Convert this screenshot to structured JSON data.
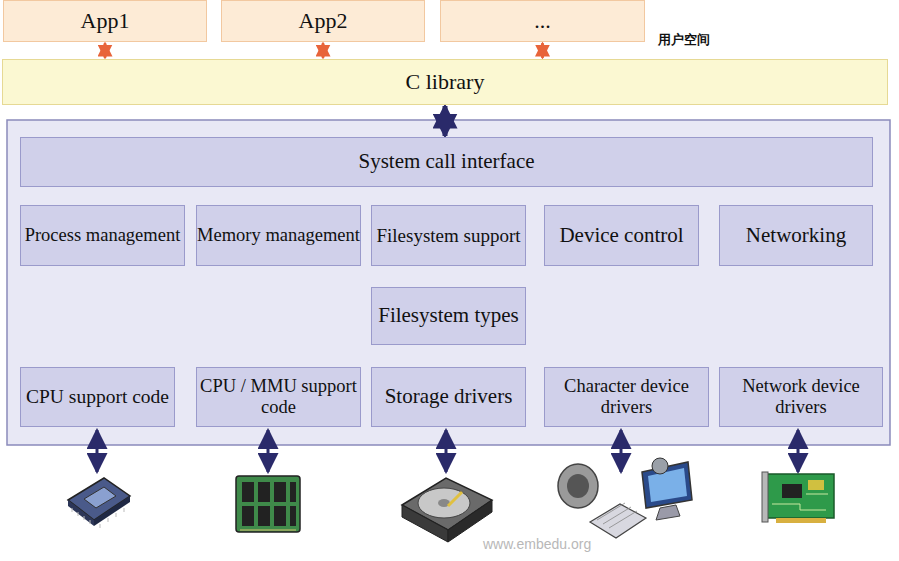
{
  "diagram": {
    "nodes": [
      {
        "text": [
          "App1"
        ]
      },
      {
        "text": [
          "App2"
        ]
      },
      {
        "text": [
          "..."
        ]
      },
      {
        "text": [
          "C library"
        ]
      },
      {
        "text": [
          "System call interface"
        ]
      },
      {
        "text": [
          "Process management"
        ]
      },
      {
        "text": [
          "Memory management"
        ]
      },
      {
        "text": [
          "Filesystem support"
        ]
      },
      {
        "text": [
          "Device control"
        ]
      },
      {
        "text": [
          "Networking"
        ]
      },
      {
        "text": [
          "Filesystem types"
        ]
      },
      {
        "text": [
          "CPU support code"
        ]
      },
      {
        "text": [
          "CPU / MMU support code"
        ]
      },
      {
        "text": [
          "Storage drivers"
        ]
      },
      {
        "text": [
          "Character device drivers"
        ]
      },
      {
        "text": [
          "Network device drivers"
        ]
      }
    ],
    "edges": [
      {
        "from": 0,
        "to": 3,
        "arrow": "both"
      },
      {
        "from": 1,
        "to": 3,
        "arrow": "both"
      },
      {
        "from": 2,
        "to": 3,
        "arrow": "both"
      },
      {
        "from": 3,
        "to": 4,
        "arrow": "both"
      }
    ],
    "labels": [
      "用户空间",
      "www.embedu.org"
    ]
  }
}
